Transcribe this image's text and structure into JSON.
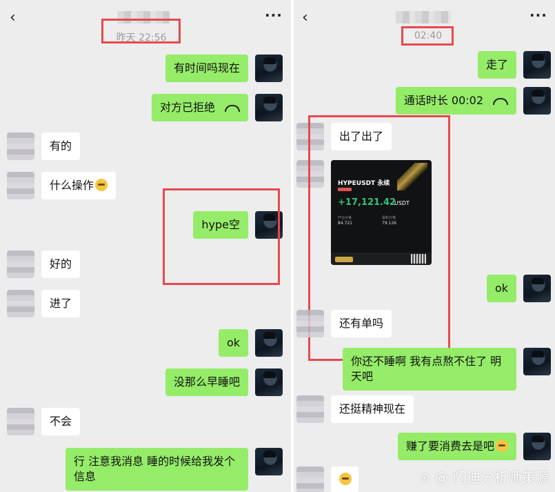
{
  "left": {
    "timestamp": "昨天 22:56",
    "messages": [
      {
        "side": "right",
        "text": "有时间吗现在"
      },
      {
        "side": "right",
        "text": "对方已拒绝"
      },
      {
        "side": "left",
        "text": "有的"
      },
      {
        "side": "left",
        "text": "什么操作"
      },
      {
        "side": "right",
        "text": "hype空"
      },
      {
        "side": "left",
        "text": "好的"
      },
      {
        "side": "left",
        "text": "进了"
      },
      {
        "side": "right",
        "text": "ok"
      },
      {
        "side": "right",
        "text": "没那么早睡吧"
      },
      {
        "side": "left",
        "text": "不会"
      },
      {
        "side": "right",
        "text": "行 注意我消息  睡的时候给我发个信息"
      }
    ]
  },
  "right": {
    "timestamp": "02:40",
    "messages": [
      {
        "side": "right",
        "text": "走了"
      },
      {
        "side": "right",
        "text": "通话时长 00:02"
      },
      {
        "side": "left",
        "text": "出了出了"
      },
      {
        "side": "right",
        "text": "ok"
      },
      {
        "side": "left",
        "text": "还有单吗"
      },
      {
        "side": "right",
        "text": "你还不睡啊 我有点熬不住了  明天吧"
      },
      {
        "side": "left",
        "text": "还挺精神现在"
      },
      {
        "side": "right",
        "text": "赚了要消费去是吧"
      }
    ],
    "card": {
      "symbol": "HYPEUSDT 永续",
      "pnl": "+17,121.42",
      "unit": "USDT",
      "label1": "开仓价格",
      "value1": "84.721",
      "label2": "最新价格",
      "value2": "79.126"
    }
  },
  "icons": {
    "back": "chevron-left-icon",
    "more": "more-dots-icon",
    "hangup": "phone-hangup-icon"
  },
  "watermark": "⊛ @ 闪迪分析师策源",
  "colors": {
    "bubble_green": "#95ec69",
    "bubble_white": "#ffffff",
    "background": "#ededed",
    "highlight_red": "#e8484e"
  }
}
